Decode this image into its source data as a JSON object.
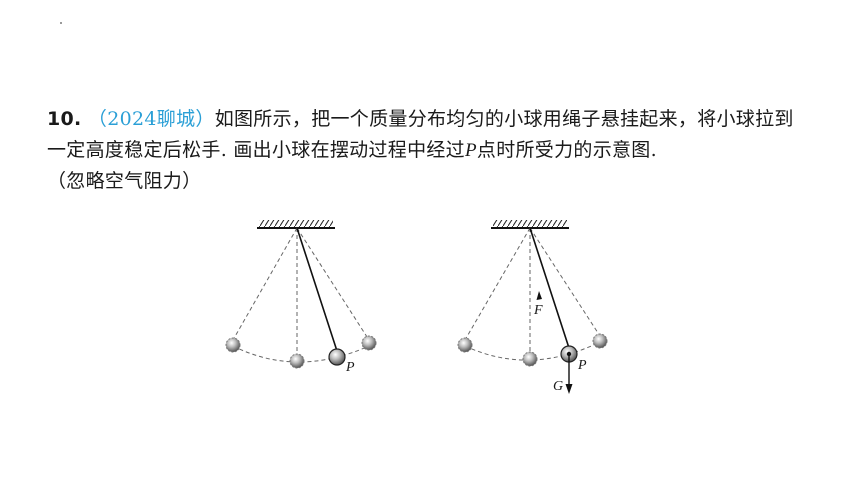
{
  "question": {
    "number": "10",
    "dot": ".",
    "source": "（2024聊城）",
    "text_part1": "如图所示，把一个质量分布均匀的小球用绳子悬挂起来，将小球拉到一定高度稳定后松手. 画出小球在摆动过程中经过",
    "point": "P",
    "text_part2": "点时所受力的示意图.",
    "note": "（忽略空气阻力）"
  },
  "figures": {
    "left": {
      "point_label": "P"
    },
    "right": {
      "point_label": "P",
      "force_f": "F",
      "force_g": "G"
    }
  }
}
